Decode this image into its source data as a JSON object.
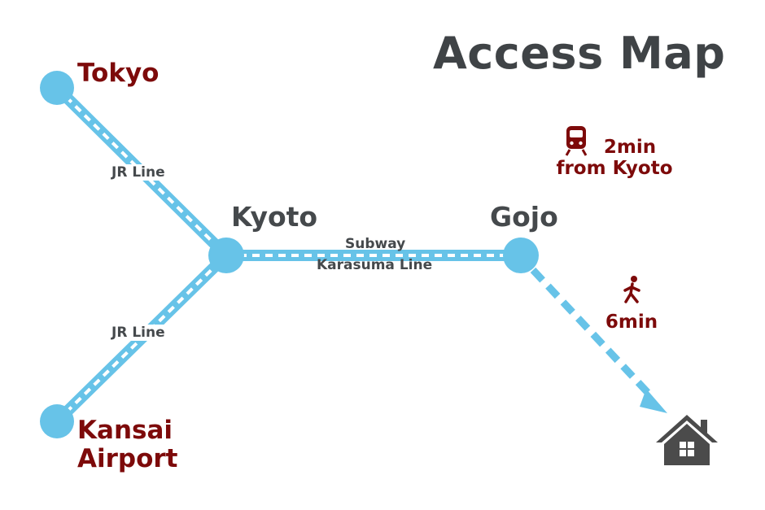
{
  "title": "Access Map",
  "colors": {
    "route": "#67c3e8",
    "accent_red": "#7d0a0a",
    "dark_text": "#45494c",
    "house": "#4b4b4b"
  },
  "stations": {
    "tokyo": "Tokyo",
    "kansai_line1": "Kansai",
    "kansai_line2": "Airport",
    "kyoto": "Kyoto",
    "gojo": "Gojo"
  },
  "lines": {
    "jr_upper": "JR Line",
    "jr_lower": "JR Line",
    "subway_line1": "Subway",
    "subway_line2": "Karasuma Line"
  },
  "notes": {
    "train_time": "2min",
    "train_from": "from Kyoto",
    "walk_time": "6min"
  },
  "icons": {
    "train": "train-icon",
    "walk": "walking-person-icon",
    "destination": "house-icon"
  }
}
